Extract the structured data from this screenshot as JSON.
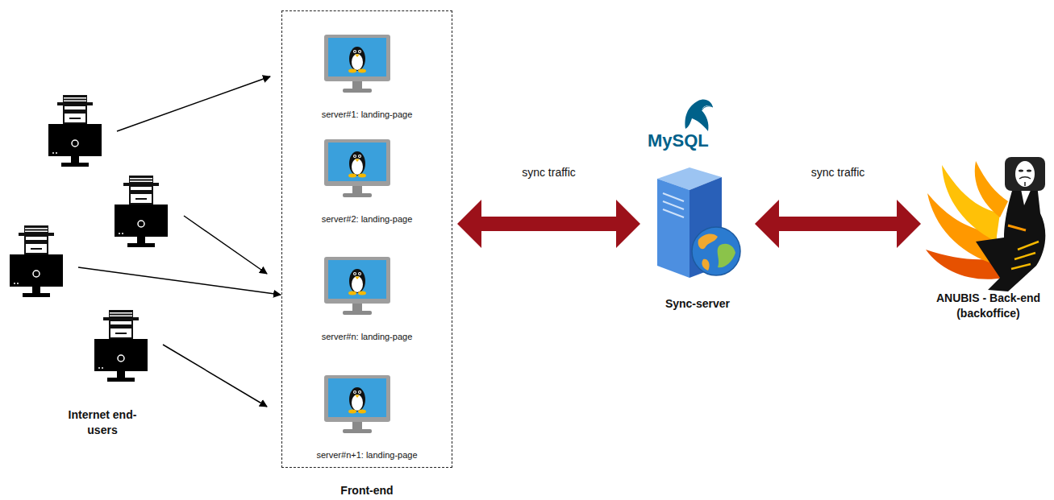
{
  "diagram": {
    "nodes": [
      {
        "text": [
          "Front-end"
        ]
      },
      {
        "text": [
          "server#1: landing-page"
        ],
        "in": 0
      },
      {
        "text": [
          "server#2: landing-page"
        ],
        "in": 0
      },
      {
        "text": [
          "server#n: landing-page"
        ],
        "in": 0
      },
      {
        "text": [
          "server#n+1: landing-page"
        ],
        "in": 0
      },
      {
        "text": [
          "Sync-server"
        ]
      },
      {
        "text": [
          "ANUBIS - Back-end (backoffice)"
        ]
      }
    ],
    "edges": [
      {
        "from": 0,
        "to": 5,
        "label": "sync traffic",
        "arrow": "both"
      },
      {
        "from": 5,
        "to": 6,
        "label": "sync traffic",
        "arrow": "both"
      }
    ],
    "labels": [
      "MySQL",
      "Internet end-users"
    ]
  }
}
